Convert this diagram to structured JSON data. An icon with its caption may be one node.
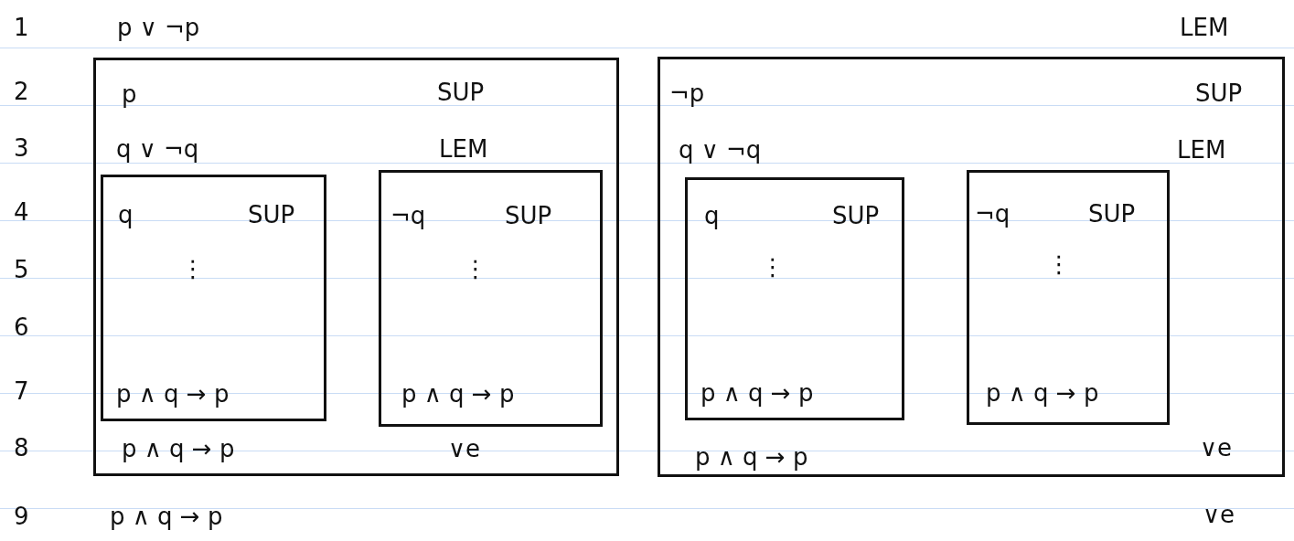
{
  "diagram": {
    "nodes": [
      {
        "text": [
          "p",
          "SUP",
          "q ∨ ¬q",
          "LEM",
          "p ∧ q → p",
          "∨e"
        ]
      },
      {
        "text": [
          "q",
          "SUP",
          "⋮",
          "p ∧ q → p"
        ],
        "in": 0
      },
      {
        "text": [
          "¬q",
          "SUP",
          "⋮",
          "p ∧ q → p"
        ],
        "in": 0
      },
      {
        "text": [
          "¬p",
          "SUP",
          "q ∨ ¬q",
          "LEM",
          "p ∧ q → p",
          "∨e"
        ]
      },
      {
        "text": [
          "q",
          "SUP",
          "⋮",
          "p ∧ q → p"
        ],
        "in": 3
      },
      {
        "text": [
          "¬q",
          "SUP",
          "⋮",
          "p ∧ q → p"
        ],
        "in": 3
      }
    ],
    "labels": [
      "1",
      "p ∨ ¬p",
      "LEM",
      "2",
      "3",
      "4",
      "5",
      "6",
      "7",
      "8",
      "9",
      "p ∧ q → p",
      "∨e"
    ]
  }
}
